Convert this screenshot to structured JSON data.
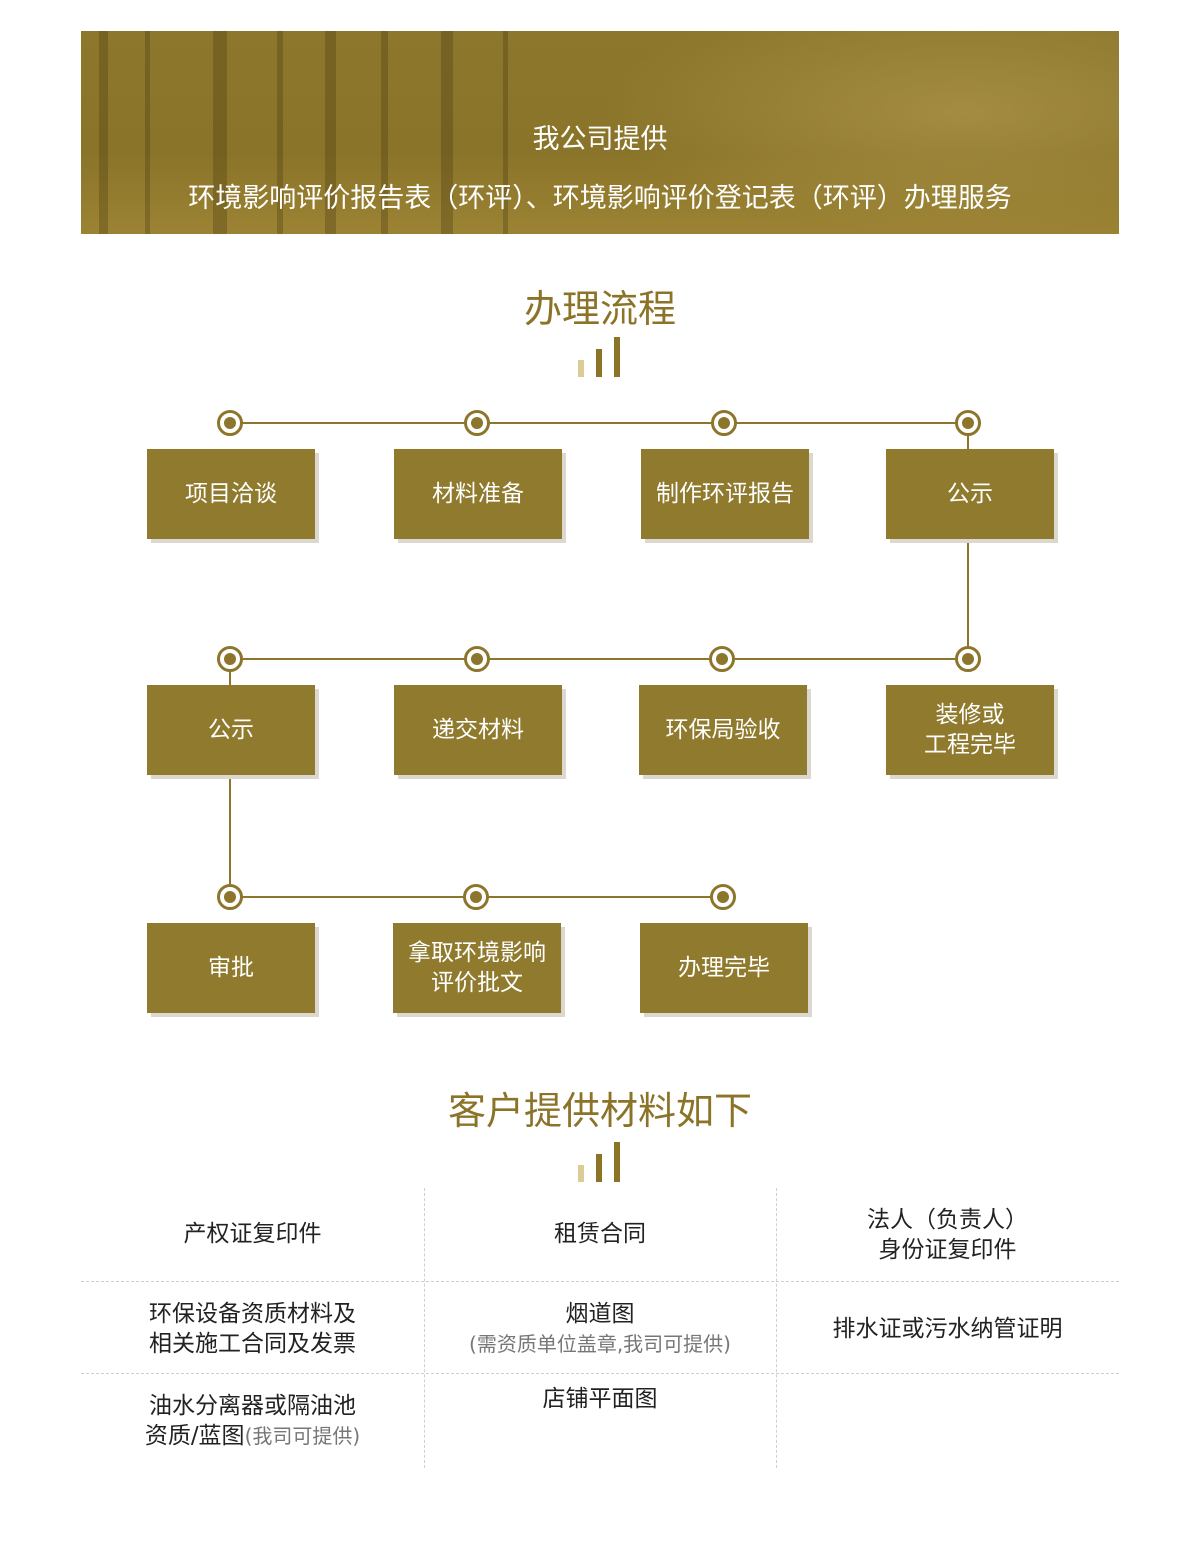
{
  "banner": {
    "line1": "我公司提供",
    "line2": "环境影响评价报告表（环评）、环境影响评价登记表（环评）办理服务"
  },
  "process": {
    "title": "办理流程",
    "rows": [
      [
        "项目洽谈",
        "材料准备",
        "制作环评报告",
        "公示"
      ],
      [
        "公示",
        "递交材料",
        "环保局验收",
        "装修或\n工程完毕"
      ],
      [
        "审批",
        "拿取环境影响\n评价批文",
        "办理完毕"
      ]
    ]
  },
  "materials": {
    "title": "客户提供材料如下",
    "cells": [
      {
        "text": "产权证复印件",
        "note": ""
      },
      {
        "text": "租赁合同",
        "note": ""
      },
      {
        "text": "法人（负责人）\n身份证复印件",
        "note": ""
      },
      {
        "text": "环保设备资质材料及\n相关施工合同及发票",
        "note": ""
      },
      {
        "text": "烟道图",
        "note": "(需资质单位盖章,我司可提供)"
      },
      {
        "text": "排水证或污水纳管证明",
        "note": ""
      },
      {
        "text": "油水分离器或隔油池\n资质/蓝图",
        "note": "(我司可提供)"
      },
      {
        "text": "店铺平面图",
        "note": ""
      }
    ]
  },
  "colors": {
    "accent": "#8b7328",
    "box": "#8f7a2e",
    "bar_light": "#dccb95"
  }
}
